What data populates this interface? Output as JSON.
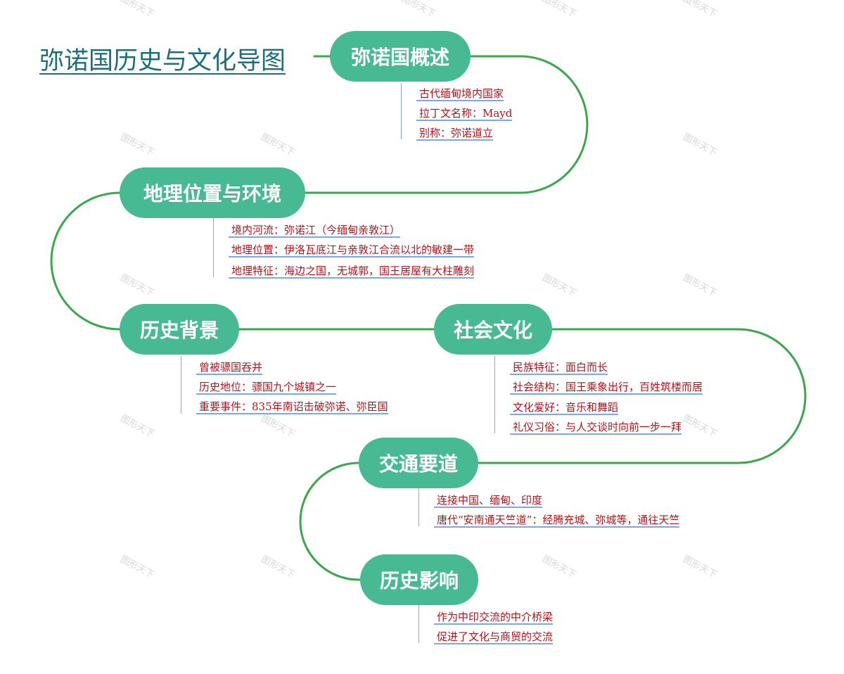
{
  "title": "弥诺国历史与文化导图",
  "watermark": "图形天下",
  "colors": {
    "node": "#47b993",
    "connector": "#3aa84a",
    "leaf_text": "#b3121b",
    "leaf_line": "#7aa8e8",
    "title": "#1a6f7a"
  },
  "topics": [
    {
      "label": "弥诺国概述",
      "items": [
        "古代缅甸境内国家",
        "拉丁文名称：Mayd",
        "别称：弥诺道立"
      ]
    },
    {
      "label": "地理位置与环境",
      "items": [
        "境内河流：弥诺江（今缅甸亲敦江）",
        "地理位置：伊洛瓦底江与亲敦江合流以北的敏建一带",
        "地理特征：海边之国，无城郭，国王居屋有大柱雕刻"
      ]
    },
    {
      "label": "历史背景",
      "items": [
        "曾被骠国吞并",
        "历史地位：骠国九个城镇之一",
        "重要事件：835年南诏击破弥诺、弥臣国"
      ]
    },
    {
      "label": "社会文化",
      "items": [
        "民族特征：面白而长",
        "社会结构：国王乘象出行，百姓筑楼而居",
        "文化爱好：音乐和舞蹈",
        "礼仪习俗：与人交谈时向前一步一拜"
      ]
    },
    {
      "label": "交通要道",
      "items": [
        "连接中国、缅甸、印度",
        "唐代“安南通天竺道”：经腾充城、弥城等，通往天竺"
      ]
    },
    {
      "label": "历史影响",
      "items": [
        "作为中印交流的中介桥梁",
        "促进了文化与商贸的交流"
      ]
    }
  ]
}
